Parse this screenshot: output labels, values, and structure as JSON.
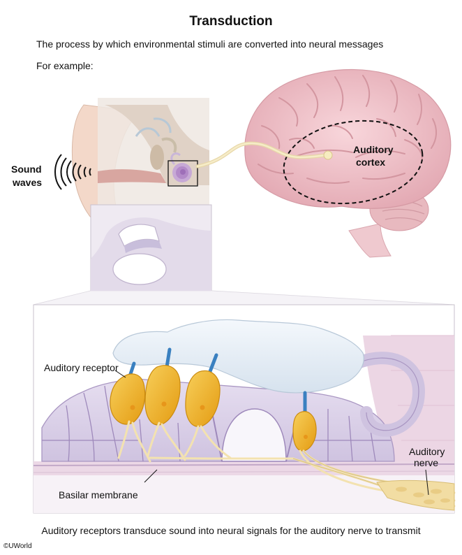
{
  "title": "Transduction",
  "subtitle": "The process by which environmental stimuli are converted into neural messages",
  "example_label": "For example:",
  "labels": {
    "sound_waves_line1": "Sound",
    "sound_waves_line2": "waves",
    "auditory_cortex_line1": "Auditory",
    "auditory_cortex_line2": "cortex",
    "auditory_receptor": "Auditory receptor",
    "basilar_membrane": "Basilar membrane",
    "auditory_nerve_line1": "Auditory",
    "auditory_nerve_line2": "nerve"
  },
  "caption": "Auditory receptors transduce sound into neural signals for the auditory nerve to transmit",
  "copyright": "©UWorld",
  "colors": {
    "brain": "#f2c6cc",
    "cochlea_tissue": "#ddd3ea",
    "receptor_cell": "#f0b32a",
    "stereocilia": "#3a80c0",
    "nerve_fibers": "#f3e2b0",
    "membrane": "#e8f0f8"
  }
}
